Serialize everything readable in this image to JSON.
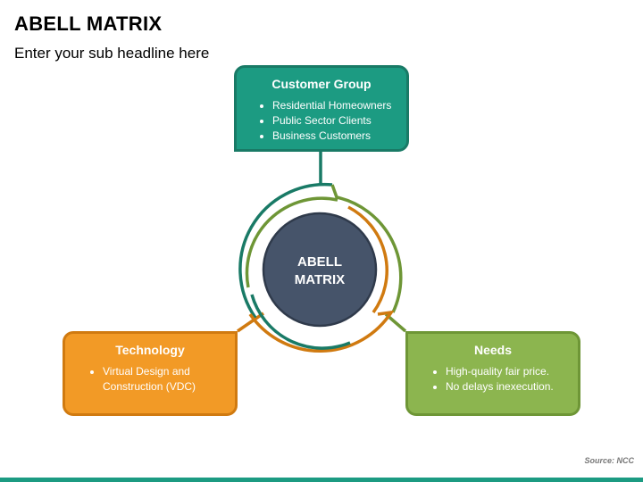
{
  "header": {
    "title": "ABELL MATRIX",
    "subtitle": "Enter your sub headline here"
  },
  "center": {
    "line1": "ABELL",
    "line2": "MATRIX"
  },
  "boxes": {
    "customer": {
      "title": "Customer Group",
      "items": [
        "Residential Homeowners",
        "Public Sector Clients",
        "Business Customers"
      ]
    },
    "technology": {
      "title": "Technology",
      "items": [
        "Virtual Design and Construction (VDC)"
      ]
    },
    "needs": {
      "title": "Needs",
      "items": [
        "High-quality fair price.",
        "No delays inexecution."
      ]
    }
  },
  "footer": {
    "source": "Source: NCC"
  },
  "colors": {
    "teal": "#1c9b82",
    "orange": "#f29a26",
    "green": "#8cb54f",
    "center": "#46546a"
  }
}
